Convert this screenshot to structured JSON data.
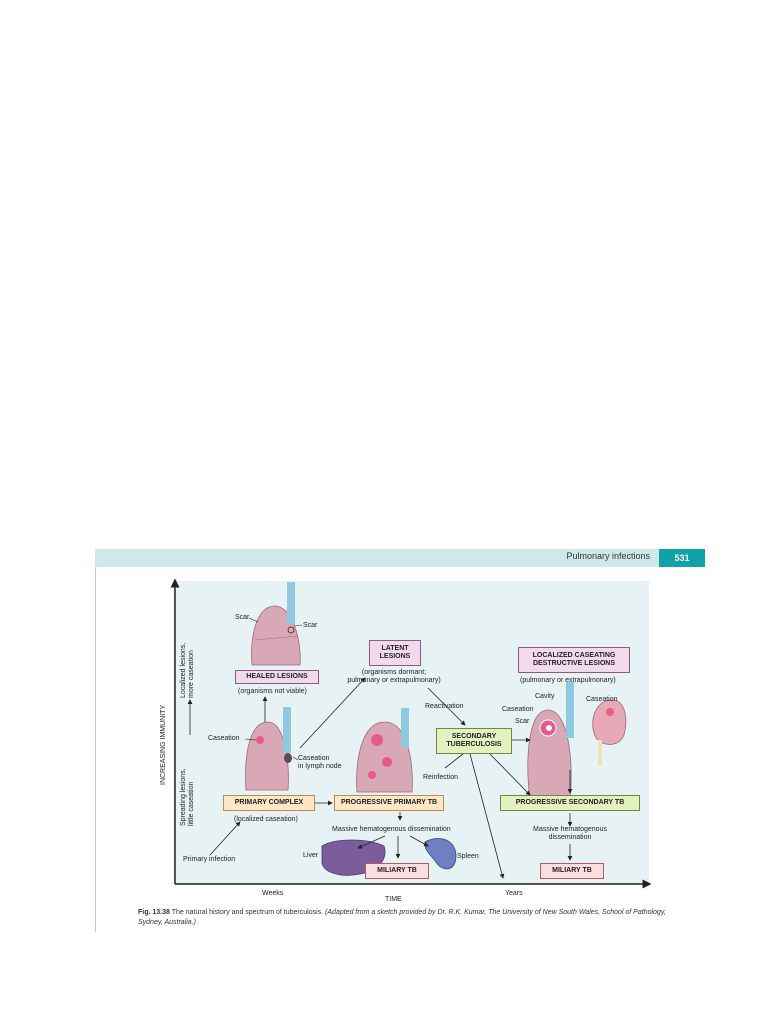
{
  "header": {
    "title": "Pulmonary infections",
    "page_number": "531"
  },
  "axes": {
    "y_label": "INCREASING IMMUNITY",
    "x_label": "TIME",
    "x_weeks": "Weeks",
    "x_years": "Years",
    "y_top": [
      "Localized lesions,",
      "more caseation"
    ],
    "y_bottom": [
      "Spreading lesions,",
      "little caseation"
    ]
  },
  "labels": {
    "scar_1": "Scar",
    "scar_2": "Scar",
    "healed": "HEALED LESIONS",
    "healed_note": "(organisms not viable)",
    "latent": [
      "LATENT",
      "LESIONS"
    ],
    "latent_note": [
      "(organisms dormant;",
      "pulmonary or extrapulmonary)"
    ],
    "localized": [
      "LOCALIZED CASEATING",
      "DESTRUCTIVE LESIONS"
    ],
    "localized_note": "(pulmonary or extrapulmonary)",
    "cavity": "Cavity",
    "caseation_a": "Caseation",
    "caseation_kidney": "Caseation",
    "scar_3": "Scar",
    "reactivation": "Reactivation",
    "reinfection": "Reinfection",
    "secondary": [
      "SECONDARY",
      "TUBERCULOSIS"
    ],
    "caseation_left": "Caseation",
    "caseation_node": [
      "Caseation",
      "in lymph node"
    ],
    "primary_complex": "PRIMARY COMPLEX",
    "primary_note": "(localized caseation)",
    "progressive_primary": "PROGRESSIVE PRIMARY TB",
    "progressive_secondary": "PROGRESSIVE SECONDARY TB",
    "massive_1": "Massive hematogenous dissemination",
    "massive_2": [
      "Massive hematogenous",
      "dissemination"
    ],
    "liver": "Liver",
    "spleen": "Spleen",
    "miliary_1": "MILIARY TB",
    "miliary_2": "MILIARY TB",
    "primary_infection": "Primary infection"
  },
  "caption": {
    "fig": "Fig. 13.38",
    "text": "The natural history and spectrum of tuberculosis.",
    "credit": "(Adapted from a sketch provided by Dr. R.K. Kumar, The University of New South Wales, School of Pathology, Sydney, Australia.)"
  },
  "colors": {
    "band": "#cde9ea",
    "page_num": "#0fa3a8",
    "figure_bg": "#e6f2f3",
    "lung": "#d9a8b6",
    "trachea": "#8fc9df"
  }
}
